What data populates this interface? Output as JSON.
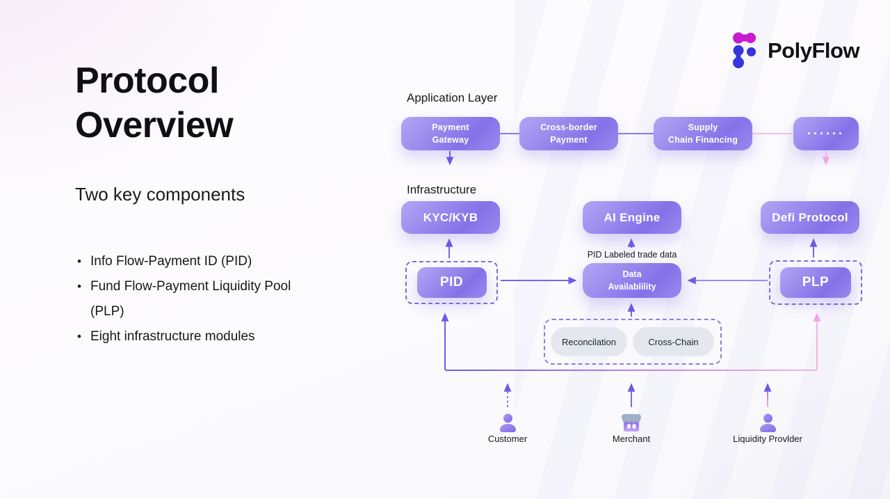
{
  "slide": {
    "title_lines": [
      "Protocol",
      "Overview"
    ],
    "subtitle": "Two key components",
    "bullets": [
      "Info Flow-Payment ID (PID)",
      "Fund Flow-Payment Liquidity Pool (PLP)",
      "Eight infrastructure modules"
    ]
  },
  "logo": {
    "name": "PolyFlow"
  },
  "diagram": {
    "application_layer": {
      "label": "Application Layer",
      "boxes": [
        {
          "lines": [
            "Payment",
            "Gateway"
          ]
        },
        {
          "lines": [
            "Cross-border",
            "Payment"
          ]
        },
        {
          "lines": [
            "Supply",
            "Chain Financing"
          ]
        },
        {
          "lines": [
            "······"
          ]
        }
      ]
    },
    "infrastructure": {
      "label": "Infrastructure",
      "boxes": [
        {
          "label": "KYC/KYB"
        },
        {
          "label": "AI Engine"
        },
        {
          "label": "Defi Protocol"
        }
      ]
    },
    "flow": {
      "pid_label": "PID",
      "data_availability_lines": [
        "Data",
        "Availablility"
      ],
      "plp_label": "PLP",
      "annotation": "PID Labeled trade data"
    },
    "modules": [
      {
        "label": "Reconcilation"
      },
      {
        "label": "Cross-Chain"
      }
    ],
    "actors": [
      {
        "label": "Customer"
      },
      {
        "label": "Merchant"
      },
      {
        "label": "Liquidity Provlder"
      }
    ]
  },
  "colors": {
    "accent_purple": "#6f59e3",
    "accent_pink": "#f2aee8",
    "box_gradient_start": "#b2a6f4",
    "box_gradient_end": "#8571e8",
    "logo_magenta": "#c81bd0",
    "logo_blue": "#3534de",
    "module_pill_bg": "#e4e7ee",
    "text_dark": "#17171c"
  }
}
